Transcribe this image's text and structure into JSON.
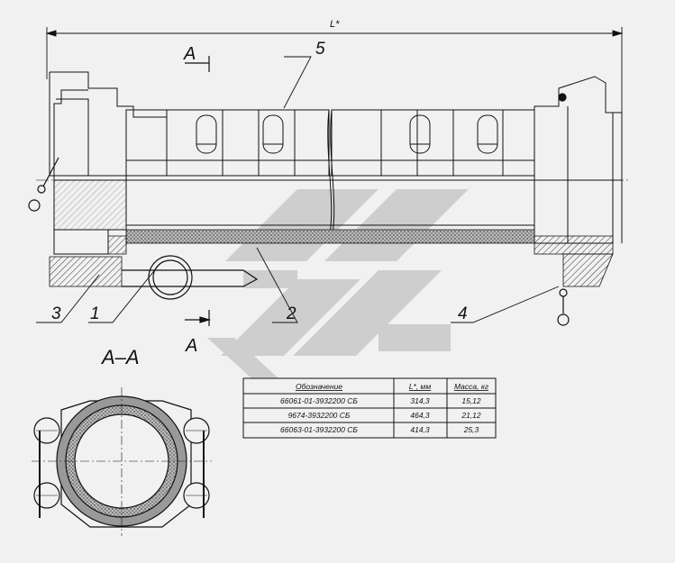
{
  "drawing": {
    "overall_dimension_label": "L*",
    "section_marker": "A",
    "section_view_title": "A–A",
    "callouts": [
      {
        "id": "callout-1",
        "text": "1"
      },
      {
        "id": "callout-2",
        "text": "2"
      },
      {
        "id": "callout-3",
        "text": "3"
      },
      {
        "id": "callout-4",
        "text": "4"
      },
      {
        "id": "callout-5",
        "text": "5"
      }
    ]
  },
  "table": {
    "headers": [
      "Обозначение",
      "L*, мм",
      "Масса, кг"
    ],
    "rows": [
      [
        "66061-01-3932200 СБ",
        "314,3",
        "15,12"
      ],
      [
        "9674-3932200 СБ",
        "464,3",
        "21,12"
      ],
      [
        "66063-01-3932200 СБ",
        "414,3",
        "25,3"
      ]
    ]
  },
  "colors": {
    "line": "#111111",
    "background": "#f1f1f1",
    "watermark": "#c9c9c9",
    "hatch": "#444444"
  }
}
